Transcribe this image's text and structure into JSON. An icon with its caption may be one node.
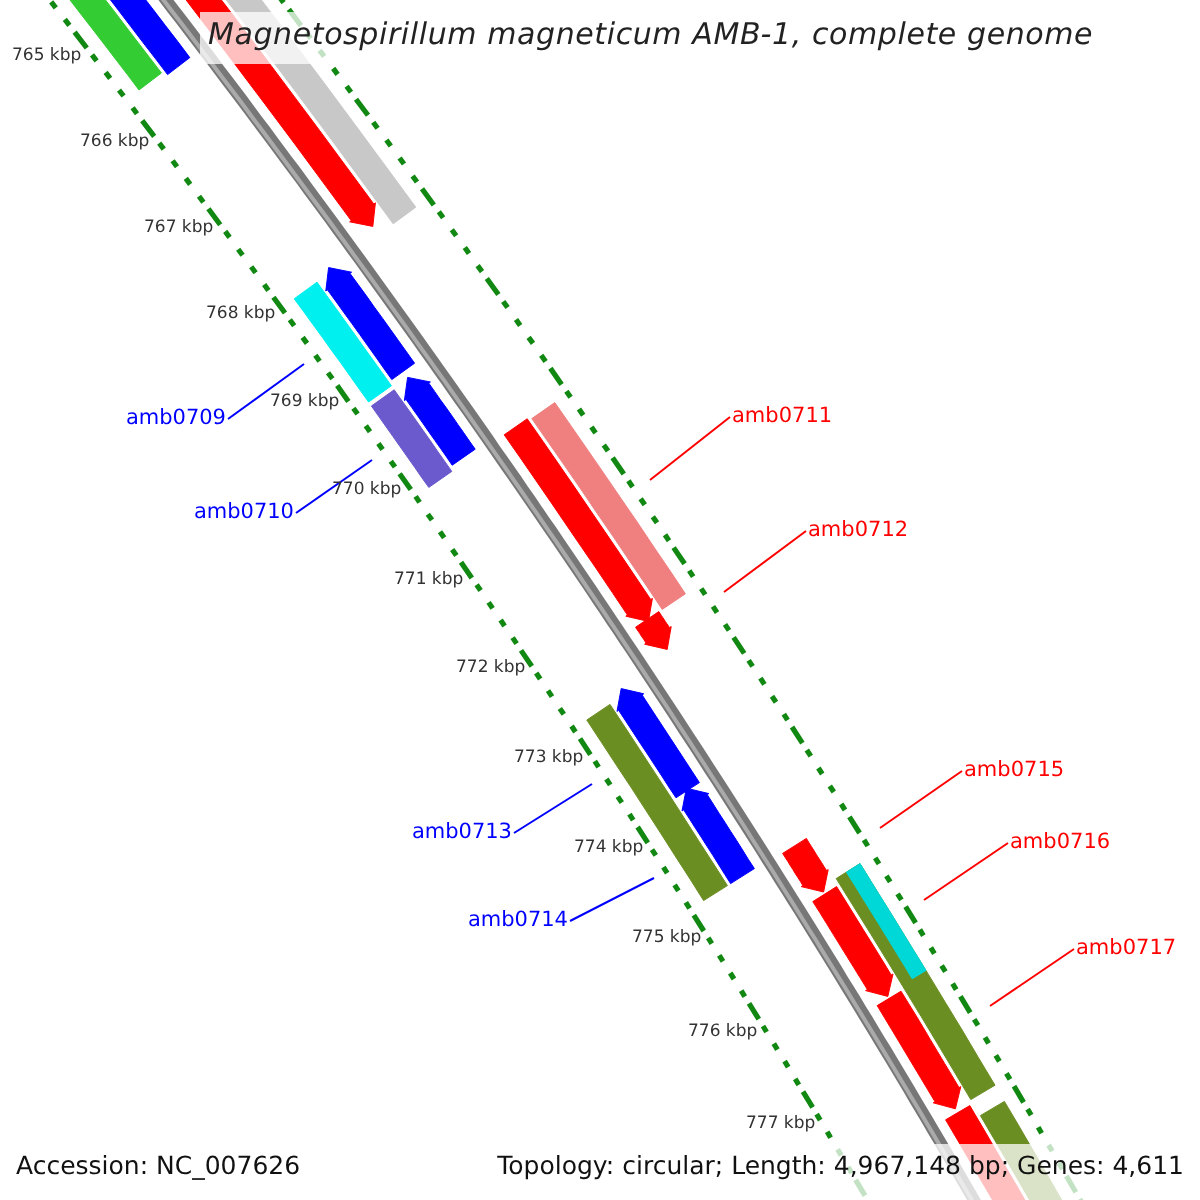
{
  "diagram": {
    "title": "Magnetospirillum magneticum AMB-1, complete genome",
    "nodes": [
      {
        "text": [
          "amb0709"
        ]
      },
      {
        "text": [
          "amb0710"
        ]
      },
      {
        "text": [
          "amb0711"
        ]
      },
      {
        "text": [
          "amb0712"
        ]
      },
      {
        "text": [
          "amb0713"
        ]
      },
      {
        "text": [
          "amb0714"
        ]
      },
      {
        "text": [
          "amb0715"
        ]
      },
      {
        "text": [
          "amb0716"
        ]
      },
      {
        "text": [
          "amb0717"
        ]
      }
    ],
    "edges": [
      {
        "from": 0,
        "to": null,
        "arrow": "none",
        "color": "#0000ff"
      },
      {
        "from": 1,
        "to": null,
        "arrow": "none",
        "color": "#0000ff"
      },
      {
        "from": 2,
        "to": null,
        "arrow": "none",
        "color": "#ff0000"
      },
      {
        "from": 3,
        "to": null,
        "arrow": "none",
        "color": "#ff0000"
      },
      {
        "from": 4,
        "to": null,
        "arrow": "none",
        "color": "#0000ff"
      },
      {
        "from": 5,
        "to": null,
        "arrow": "none",
        "color": "#0000ff"
      },
      {
        "from": 6,
        "to": null,
        "arrow": "none",
        "color": "#ff0000"
      },
      {
        "from": 7,
        "to": null,
        "arrow": "none",
        "color": "#ff0000"
      },
      {
        "from": 8,
        "to": null,
        "arrow": "none",
        "color": "#ff0000"
      }
    ],
    "labels": [
      "765 kbp",
      "766 kbp",
      "767 kbp",
      "768 kbp",
      "769 kbp",
      "770 kbp",
      "771 kbp",
      "772 kbp",
      "773 kbp",
      "774 kbp",
      "775 kbp",
      "776 kbp",
      "777 kbp",
      "Accession: NC_007626",
      "Topology: circular; Length: 4,967,148 bp; Genes: 4,611"
    ]
  }
}
